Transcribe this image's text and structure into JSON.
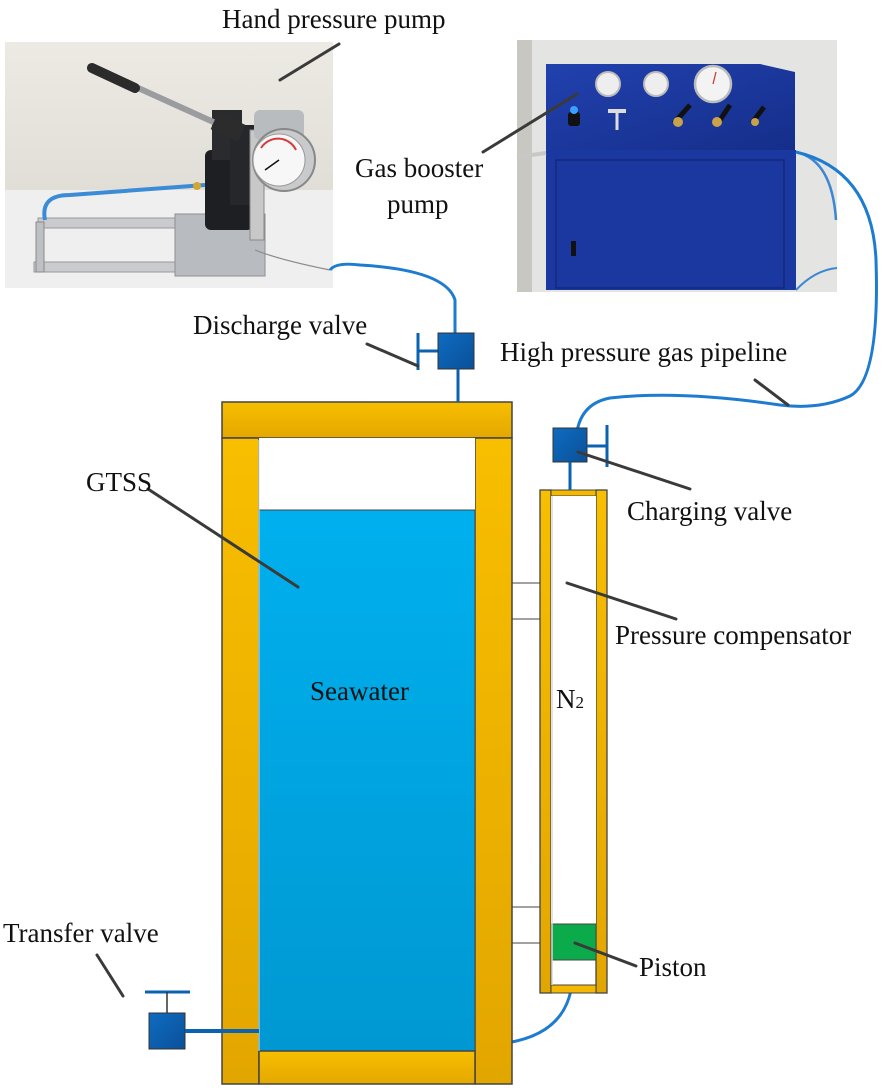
{
  "figure": {
    "labels": {
      "hand_pump": "Hand pressure pump",
      "gas_booster_line1": "Gas booster",
      "gas_booster_line2": "pump",
      "discharge_valve": "Discharge valve",
      "gas_pipeline": "High pressure gas pipeline",
      "gtss": "GTSS",
      "charging_valve": "Charging valve",
      "pressure_compensator": "Pressure compensator",
      "seawater": "Seawater",
      "n2_main": "N",
      "n2_sub": "2",
      "transfer_valve": "Transfer valve",
      "piston": "Piston"
    },
    "colors": {
      "frame": "#F5B800",
      "frame_dark": "#E2A800",
      "water": "#00A9E6",
      "water_dark": "#009AD4",
      "valve": "#0B62B0",
      "pipe": "#1E7CD0",
      "piston": "#0BAA4A",
      "booster_body": "#1A3BA0",
      "leader": "#3a3a3a"
    }
  }
}
